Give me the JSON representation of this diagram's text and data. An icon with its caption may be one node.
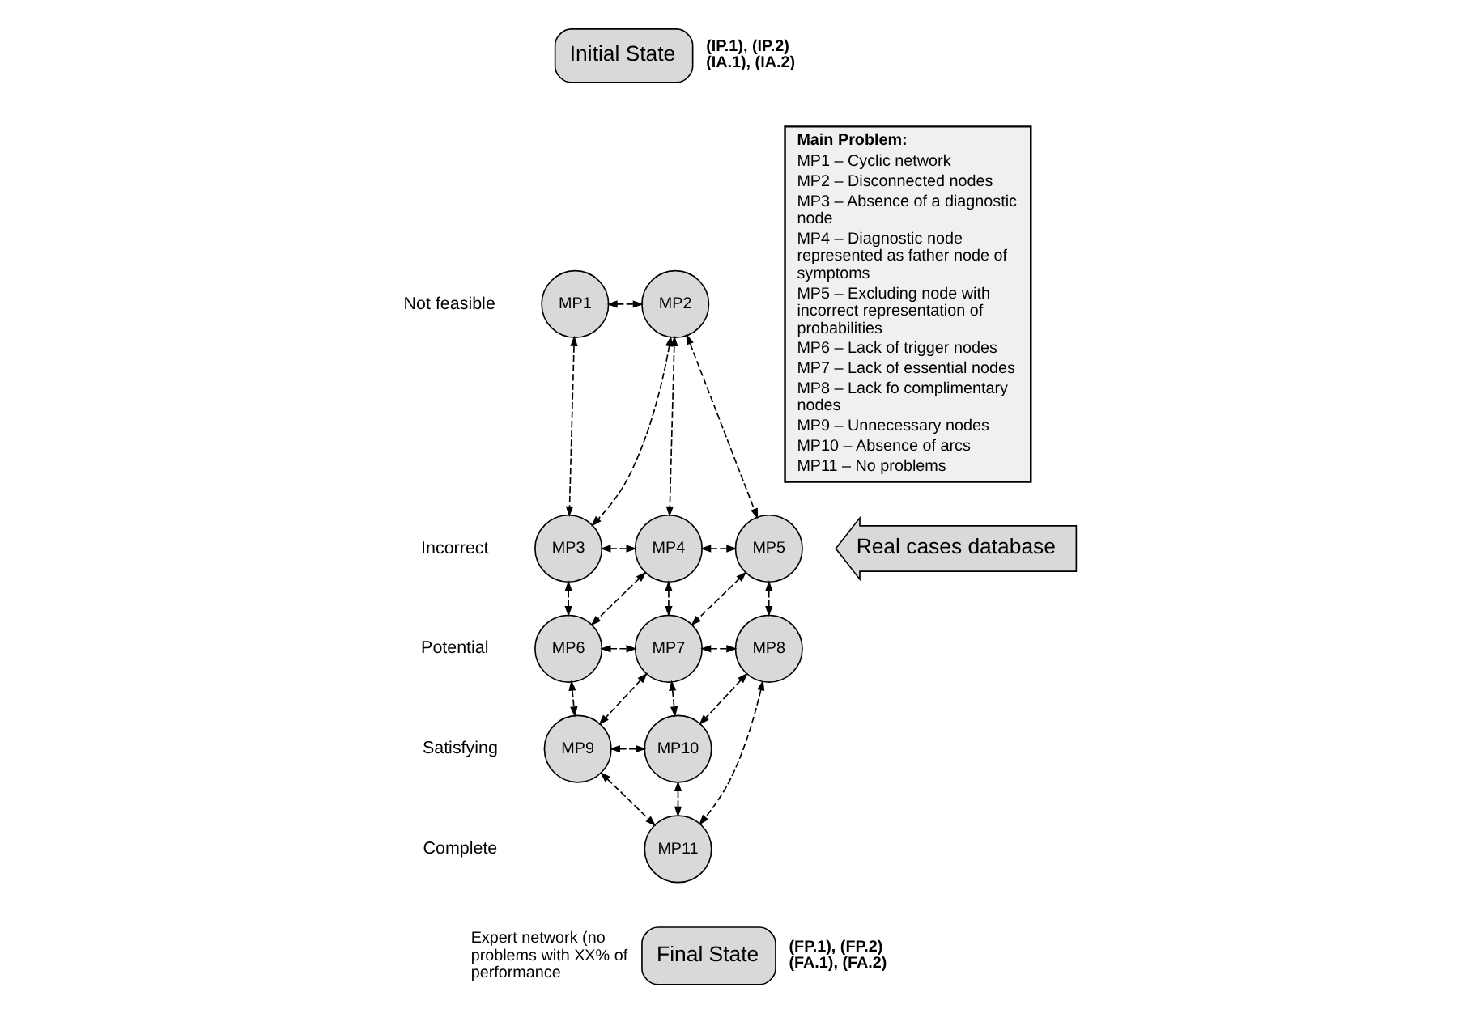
{
  "diagram": {
    "nodes": [
      {
        "text": [
          "Initial State"
        ],
        "beside": [
          "(IP.1), (IP.2)",
          "(IA.1), (IA.2)"
        ]
      },
      {
        "text": [
          "MP1"
        ]
      },
      {
        "text": [
          "MP2"
        ]
      },
      {
        "text": [
          "MP3"
        ]
      },
      {
        "text": [
          "MP4"
        ]
      },
      {
        "text": [
          "MP5"
        ]
      },
      {
        "text": [
          "MP6"
        ]
      },
      {
        "text": [
          "MP7"
        ]
      },
      {
        "text": [
          "MP8"
        ]
      },
      {
        "text": [
          "MP9"
        ]
      },
      {
        "text": [
          "MP10"
        ]
      },
      {
        "text": [
          "MP11"
        ]
      },
      {
        "text": [
          "Final State"
        ],
        "beside": [
          "Expert network (no problems with XX% of performance",
          "(FP.1), (FP.2)",
          "(FA.1), (FA.2)"
        ]
      },
      {
        "text": [
          "Main Problem:",
          "MP1 – Cyclic network",
          "MP2 – Disconnected nodes",
          "MP3 – Absence of a diagnostic node",
          "MP4 – Diagnostic node represented as father node of symptoms",
          "MP5 – Excluding node with incorrect representation of probabilities",
          "MP6 – Lack of trigger nodes",
          "MP7 – Lack of essential nodes",
          "MP8 – Lack fo complimentary nodes",
          "MP9 – Unnecessary nodes",
          "MP10 – Absence of arcs",
          "MP11 – No problems"
        ]
      },
      {
        "text": [
          "Real cases database"
        ]
      }
    ],
    "edges": [
      {
        "from": 1,
        "to": 2,
        "arrow": "both",
        "style": "dashed"
      },
      {
        "from": 1,
        "to": 3,
        "arrow": "both",
        "style": "dashed"
      },
      {
        "from": 2,
        "to": 3,
        "arrow": "both",
        "style": "dashed"
      },
      {
        "from": 2,
        "to": 4,
        "arrow": "both",
        "style": "dashed"
      },
      {
        "from": 2,
        "to": 5,
        "arrow": "both",
        "style": "dashed"
      },
      {
        "from": 3,
        "to": 4,
        "arrow": "both",
        "style": "dashed"
      },
      {
        "from": 3,
        "to": 6,
        "arrow": "both",
        "style": "dashed"
      },
      {
        "from": 4,
        "to": 6,
        "arrow": "both",
        "style": "dashed"
      },
      {
        "from": 4,
        "to": 7,
        "arrow": "both",
        "style": "dashed"
      },
      {
        "from": 4,
        "to": 5,
        "arrow": "both",
        "style": "dashed"
      },
      {
        "from": 5,
        "to": 7,
        "arrow": "both",
        "style": "dashed"
      },
      {
        "from": 5,
        "to": 8,
        "arrow": "both",
        "style": "dashed"
      },
      {
        "from": 6,
        "to": 7,
        "arrow": "both",
        "style": "dashed"
      },
      {
        "from": 7,
        "to": 8,
        "arrow": "both",
        "style": "dashed"
      },
      {
        "from": 6,
        "to": 9,
        "arrow": "both",
        "style": "dashed"
      },
      {
        "from": 7,
        "to": 9,
        "arrow": "both",
        "style": "dashed"
      },
      {
        "from": 7,
        "to": 10,
        "arrow": "both",
        "style": "dashed"
      },
      {
        "from": 8,
        "to": 10,
        "arrow": "both",
        "style": "dashed"
      },
      {
        "from": 9,
        "to": 10,
        "arrow": "both",
        "style": "dashed"
      },
      {
        "from": 9,
        "to": 11,
        "arrow": "both",
        "style": "dashed"
      },
      {
        "from": 10,
        "to": 11,
        "arrow": "both",
        "style": "dashed"
      },
      {
        "from": 8,
        "to": 11,
        "arrow": "both",
        "style": "dashed"
      }
    ],
    "labels": [
      "Not feasible",
      "Incorrect",
      "Potential",
      "Satisfying",
      "Complete"
    ]
  }
}
